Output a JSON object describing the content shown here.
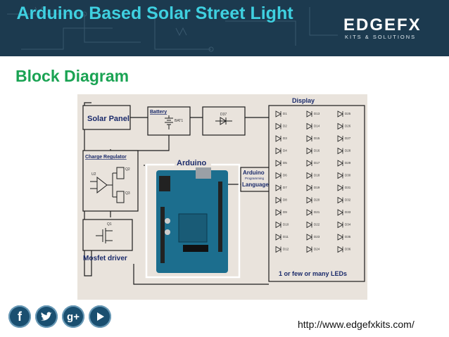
{
  "slide": {
    "title": "Arduino Based Solar Street Light",
    "subtitle": "Block Diagram",
    "url": "http://www.edgefxkits.com/"
  },
  "logo": {
    "main": "EDGEFX",
    "sub": "KITS & SOLUTIONS"
  },
  "social": [
    "facebook-icon",
    "twitter-icon",
    "google-plus-icon",
    "play-icon"
  ],
  "diagram": {
    "solar_panel": "Solar Panel",
    "battery": "Battery",
    "battery_part": "BAT1",
    "diode_part": "D37",
    "charge_regulator": "Charge Regulator",
    "reg_parts": [
      "U2",
      "Q2",
      "Q3"
    ],
    "mosfet_part": "Q1",
    "mosfet_driver": "Mosfet driver",
    "arduino": "Arduino",
    "arduino_lang": [
      "Arduino",
      "Programming",
      "Language"
    ],
    "display": "Display",
    "led_caption": "1 or few or many LEDs",
    "led_labels": [
      "D1",
      "D2",
      "D3",
      "D4",
      "D5",
      "D6",
      "D7",
      "D8",
      "D9",
      "D10",
      "D11",
      "D12",
      "D13",
      "D14",
      "D15",
      "D16",
      "D17",
      "D18",
      "D19",
      "D20",
      "D21",
      "D22",
      "D23",
      "D24",
      "D25",
      "D26",
      "D27",
      "D28",
      "D29",
      "D30",
      "D31",
      "D32",
      "D33",
      "D34",
      "D35",
      "D36"
    ]
  }
}
